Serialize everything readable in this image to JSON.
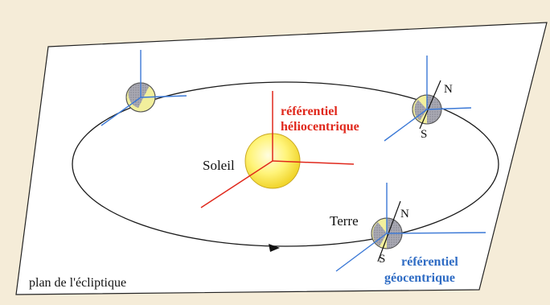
{
  "labels": {
    "heliocentric_line1": "référentiel",
    "heliocentric_line2": "héliocentrique",
    "geocentric_line1": "référentiel",
    "geocentric_line2": "géocentrique",
    "sun": "Soleil",
    "earth": "Terre",
    "plane": "plan de l'écliptique",
    "north_right": "N",
    "south_right": "S",
    "north_bottom": "N",
    "south_bottom": "S"
  },
  "colors": {
    "background": "#f5ecd8",
    "plane_fill": "#ffffff",
    "heliocentric_axes": "#e0281c",
    "geocentric_axes": "#3a78d6",
    "sun_fill": "#fff27a",
    "earth_lit": "#f2ef9c",
    "earth_shadow": "#a8a8b0",
    "orbit": "#1a1a1a"
  }
}
